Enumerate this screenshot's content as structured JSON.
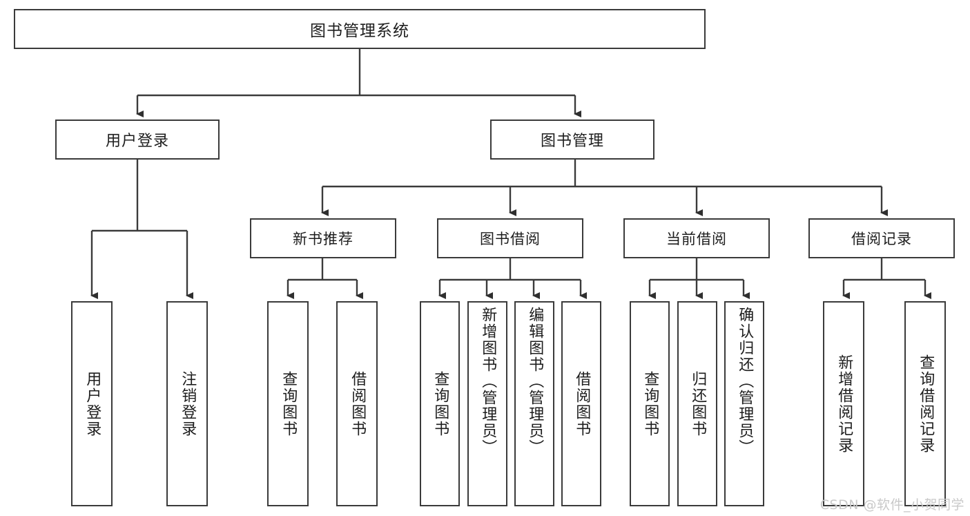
{
  "diagram": {
    "title": "图书管理系统",
    "watermark": "CSDN @软件_小贺同学",
    "stroke_color": "#3a3a3a",
    "background_color": "#ffffff",
    "text_color": "#1d1d1d",
    "watermark_color": "#c9c9c9"
  },
  "nodes": {
    "root": {
      "label": "图书管理系统",
      "level": 0
    },
    "login": {
      "label": "用户登录",
      "level": 1
    },
    "bookmgmt": {
      "label": "图书管理",
      "level": 1
    },
    "newbook": {
      "label": "新书推荐",
      "level": 2
    },
    "borrow": {
      "label": "图书借阅",
      "level": 2
    },
    "current": {
      "label": "当前借阅",
      "level": 2
    },
    "records": {
      "label": "借阅记录",
      "level": 2
    },
    "leaf_user_login": {
      "label": "用户登录",
      "level": 3
    },
    "leaf_user_logout": {
      "label": "注销登录",
      "level": 3
    },
    "leaf_nb_query": {
      "label": "查询图书",
      "level": 3
    },
    "leaf_nb_borrow": {
      "label": "借阅图书",
      "level": 3
    },
    "leaf_bb_query": {
      "label": "查询图书",
      "level": 3
    },
    "leaf_bb_add": {
      "label": "新增图书（管理员）",
      "level": 3
    },
    "leaf_bb_edit": {
      "label": "编辑图书（管理员）",
      "level": 3
    },
    "leaf_bb_borrow": {
      "label": "借阅图书",
      "level": 3
    },
    "leaf_cb_query": {
      "label": "查询图书",
      "level": 3
    },
    "leaf_cb_return": {
      "label": "归还图书",
      "level": 3
    },
    "leaf_cb_confirm": {
      "label": "确认归还（管理员）",
      "level": 3
    },
    "leaf_rec_add": {
      "label": "新增借阅记录",
      "level": 3
    },
    "leaf_rec_query": {
      "label": "查询借阅记录",
      "level": 3
    }
  },
  "hierarchy": {
    "root_children": [
      "用户登录",
      "图书管理"
    ],
    "login_children": [
      "用户登录",
      "注销登录"
    ],
    "bookmgmt_children": [
      "新书推荐",
      "图书借阅",
      "当前借阅",
      "借阅记录"
    ],
    "newbook_children": [
      "查询图书",
      "借阅图书"
    ],
    "borrow_children": [
      "查询图书",
      "新增图书（管理员）",
      "编辑图书（管理员）",
      "借阅图书"
    ],
    "current_children": [
      "查询图书",
      "归还图书",
      "确认归还（管理员）"
    ],
    "records_children": [
      "新增借阅记录",
      "查询借阅记录"
    ]
  }
}
